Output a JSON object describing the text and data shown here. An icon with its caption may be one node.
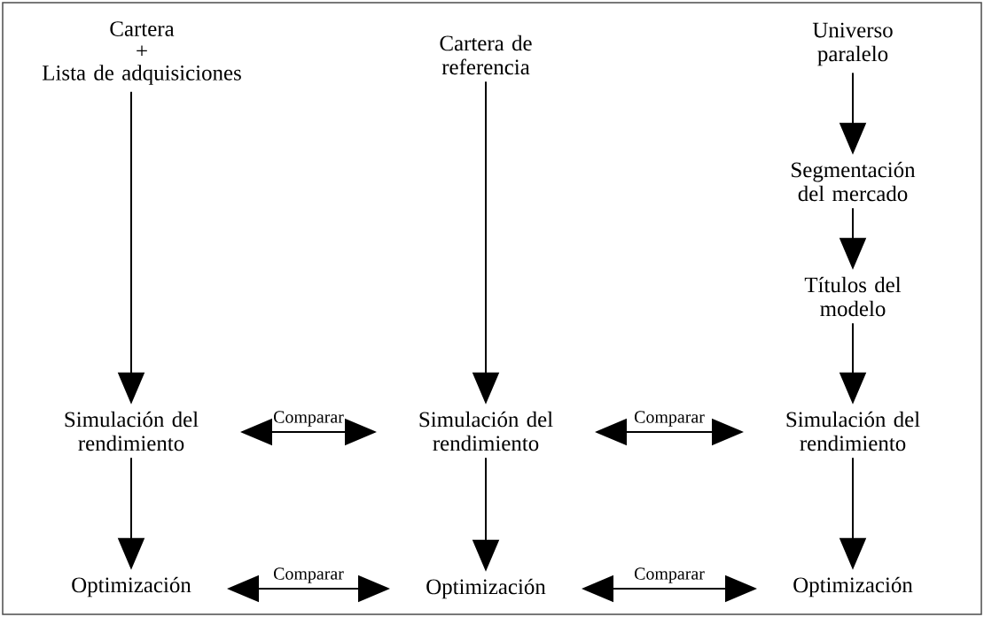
{
  "diagram": {
    "nodes": [
      {
        "text": [
          "Cartera",
          "+",
          "Lista de adquisiciones"
        ]
      },
      {
        "text": [
          "Cartera de referencia"
        ]
      },
      {
        "text": [
          "Universo paralelo"
        ]
      },
      {
        "text": [
          "Segmentación del mercado"
        ]
      },
      {
        "text": [
          "Títulos del modelo"
        ]
      },
      {
        "text": [
          "Simulación del rendimiento"
        ]
      },
      {
        "text": [
          "Simulación del rendimiento"
        ]
      },
      {
        "text": [
          "Simulación del rendimiento"
        ]
      },
      {
        "text": [
          "Optimización"
        ]
      },
      {
        "text": [
          "Optimización"
        ]
      },
      {
        "text": [
          "Optimización"
        ]
      }
    ],
    "edges": [
      {
        "from": 0,
        "to": 5,
        "arrow": "to"
      },
      {
        "from": 1,
        "to": 6,
        "arrow": "to"
      },
      {
        "from": 2,
        "to": 3,
        "arrow": "to"
      },
      {
        "from": 3,
        "to": 4,
        "arrow": "to"
      },
      {
        "from": 4,
        "to": 7,
        "arrow": "to"
      },
      {
        "from": 5,
        "to": 6,
        "arrow": "both",
        "label": "Comparar"
      },
      {
        "from": 6,
        "to": 7,
        "arrow": "both",
        "label": "Comparar"
      },
      {
        "from": 5,
        "to": 8,
        "arrow": "to"
      },
      {
        "from": 6,
        "to": 9,
        "arrow": "to"
      },
      {
        "from": 7,
        "to": 10,
        "arrow": "to"
      },
      {
        "from": 8,
        "to": 9,
        "arrow": "both",
        "label": "Comparar"
      },
      {
        "from": 9,
        "to": 10,
        "arrow": "both",
        "label": "Comparar"
      }
    ]
  }
}
